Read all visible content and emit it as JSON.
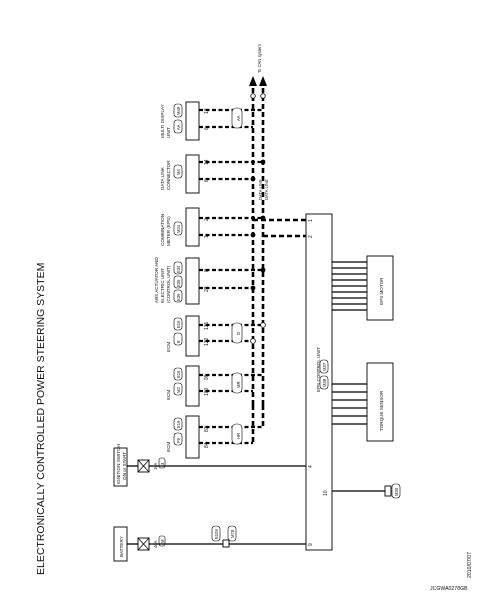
{
  "title": "ELECTRONICALLY CONTROLLED POWER STEERING SYSTEM",
  "date": "2010/07/07",
  "code": "JCGWA0278GB",
  "can_note": "To CAN system",
  "data_line": [
    "DATA LINE",
    "DATA LINE"
  ],
  "battery": {
    "label": "BATTERY",
    "fuse_amp": "40A",
    "fuse_id": "M"
  },
  "ignition": {
    "label": [
      "IGNITION SWITCH",
      "ON or START"
    ],
    "fuse_amp": "10A",
    "fuse_id": "3"
  },
  "joint": {
    "id": "E109",
    "conn": "M78"
  },
  "eps_unit": {
    "label": "EPS CONTROL UNIT",
    "conn1": "M37",
    "conn2": "M38",
    "pins": {
      "ign": "4",
      "bat": "9",
      "gnd": "10",
      "can_h": "1",
      "can_l": "2"
    }
  },
  "ground": "M30",
  "ecm_1": {
    "label": "ECM",
    "c1": "E16",
    "c2": "F9",
    "pins": [
      "84",
      "83"
    ],
    "junction": "HR"
  },
  "ecm_2": {
    "label": "ECM",
    "c1": "E16",
    "c2": "M2",
    "pins": [
      "100",
      "99"
    ],
    "junction": "MR"
  },
  "ecm_3": {
    "label": "ECM",
    "c1": "E16",
    "c2": "E",
    "pins": [
      "132",
      "131"
    ],
    "junction": "D"
  },
  "abs": {
    "label": [
      "ABS ACTUATOR AND",
      "ELECTRIC UNIT",
      "(CONTROL UNIT)"
    ],
    "c1": "E34",
    "c2": "E35",
    "c3": "E36",
    "pins": [
      "22",
      "8"
    ]
  },
  "combination_meter": {
    "label": [
      "COMBINATION",
      "METER (EPS)"
    ],
    "conn": "M24",
    "pins": [
      "1",
      "2"
    ]
  },
  "data_link": {
    "label": [
      "DATA LINK",
      "CONNECTOR"
    ],
    "conn": "M4",
    "pins": [
      "6",
      "14"
    ]
  },
  "multi_display": {
    "label": [
      "MULTI DISPLAY",
      "UNIT"
    ],
    "c1": "M49",
    "c2": "AA",
    "pins": [
      "6",
      "12"
    ],
    "junction": "AA"
  },
  "eps_motor": {
    "label": "EPS MOTOR"
  },
  "torque_sensor": {
    "label": "TORQUE SENSOR"
  }
}
